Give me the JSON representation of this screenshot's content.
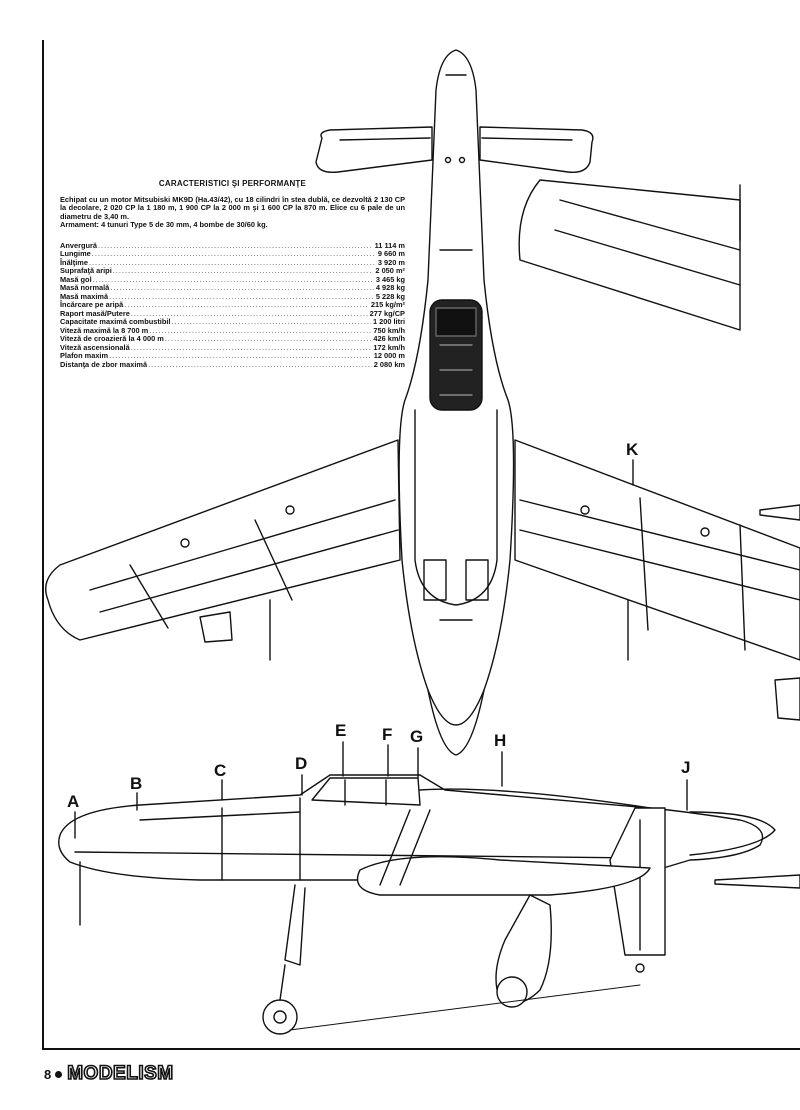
{
  "specs": {
    "title": "CARACTERISTICI ŞI PERFORMANŢE",
    "description": "Echipat cu un motor Mitsubiski MK9D (Ha.43/42), cu 18 cilindri în stea dublă, ce dezvoltă 2 130 CP la decolare, 2 020 CP la 1 180 m, 1 900 CP la 2 000 m şi 1 600 CP la 870 m. Elice cu 6 pale de un diametru de 3,40 m.",
    "armament": "Armament: 4 tunuri Type 5 de 30 mm, 4 bombe de 30/60 kg.",
    "rows": [
      {
        "label": "Anvergură",
        "value": "11 114 m"
      },
      {
        "label": "Lungime",
        "value": "9 660 m"
      },
      {
        "label": "Înălţime",
        "value": "3 920 m"
      },
      {
        "label": "Suprafaţă aripi",
        "value": "2 050 m²"
      },
      {
        "label": "Masă gol",
        "value": "3 465 kg"
      },
      {
        "label": "Masă normală",
        "value": "4 928 kg"
      },
      {
        "label": "Masă maximă",
        "value": "5 228 kg"
      },
      {
        "label": "Încărcare pe aripă",
        "value": "215 kg/m²"
      },
      {
        "label": "Raport masă/Putere",
        "value": "277 kg/CP"
      },
      {
        "label": "Capacitate maximă combustibil",
        "value": "1 200 litri"
      },
      {
        "label": "Viteză maximă la 8 700 m",
        "value": "750 km/h"
      },
      {
        "label": "Viteză de croazieră la 4 000 m",
        "value": "426 km/h"
      },
      {
        "label": "Viteză ascensională",
        "value": "172 km/h"
      },
      {
        "label": "Plafon maxim",
        "value": "12 000 m"
      },
      {
        "label": "Distanţa de zbor maximă",
        "value": "2 080 km"
      }
    ]
  },
  "callouts": {
    "a": "A",
    "b": "B",
    "c": "C",
    "d": "D",
    "e": "E",
    "f": "F",
    "g": "G",
    "h": "H",
    "j": "J",
    "k": "K"
  },
  "footer": {
    "page_number": "8",
    "magazine": "MODELISM"
  }
}
